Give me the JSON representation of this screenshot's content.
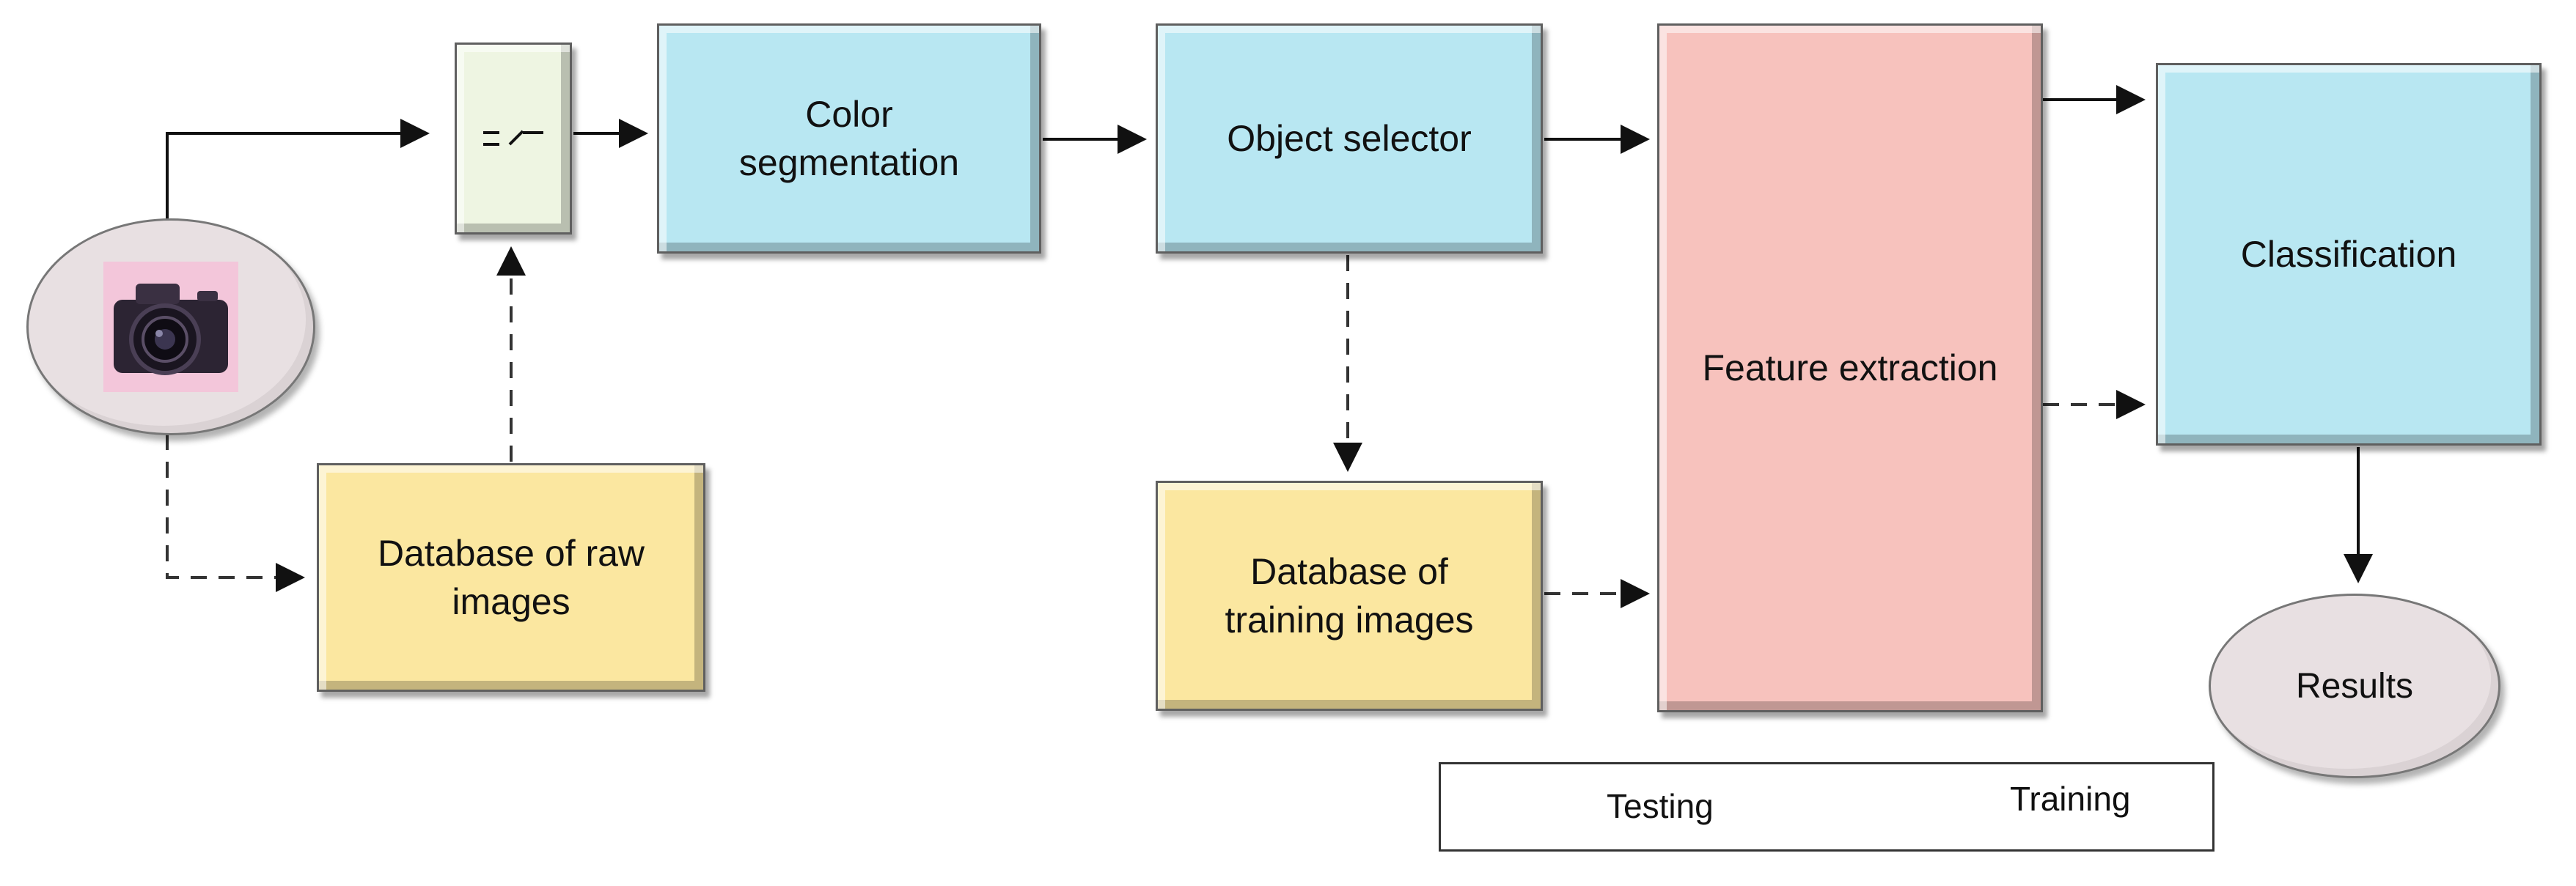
{
  "nodes": {
    "color_segmentation": "Color\nsegmentation",
    "object_selector": "Object selector",
    "feature_extraction": "Feature extraction",
    "classification": "Classification",
    "database_raw": "Database of raw\nimages",
    "database_training": "Database of\ntraining images",
    "results": "Results"
  },
  "icons": {
    "camera": "camera-icon",
    "switch": "switch-icon"
  },
  "legend": {
    "testing": "Testing",
    "training": "Training"
  },
  "colors": {
    "process_blue": "#b8e7f2",
    "database_yellow": "#fbe7a0",
    "feature_pink": "#f7c2bd",
    "switch_green": "#eef5e2",
    "ellipse_gray": "#e8e0e2",
    "camera_bg": "#f3c6da"
  }
}
